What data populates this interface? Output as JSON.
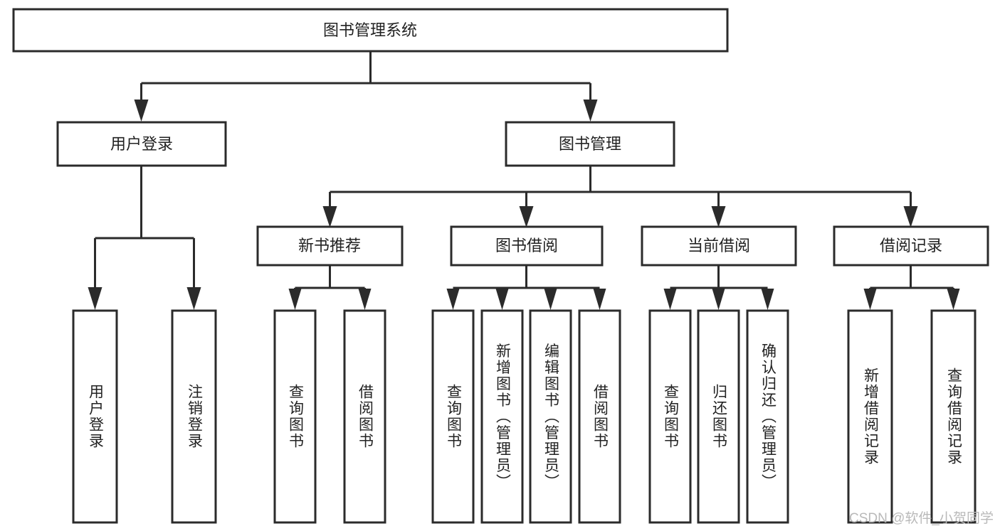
{
  "diagram": {
    "title": "图书管理系统",
    "type": "hierarchy-tree",
    "watermark": "CSDN @软件_小贺同学",
    "levels": {
      "level0": [
        {
          "id": "root",
          "label": "图书管理系统",
          "orientation": "horizontal"
        }
      ],
      "level1": [
        {
          "id": "user-login",
          "label": "用户登录",
          "orientation": "horizontal"
        },
        {
          "id": "book-manage",
          "label": "图书管理",
          "orientation": "horizontal"
        }
      ],
      "level2": [
        {
          "id": "new-book-rec",
          "label": "新书推荐",
          "orientation": "horizontal"
        },
        {
          "id": "book-borrow",
          "label": "图书借阅",
          "orientation": "horizontal"
        },
        {
          "id": "current-borrow",
          "label": "当前借阅",
          "orientation": "horizontal"
        },
        {
          "id": "borrow-record",
          "label": "借阅记录",
          "orientation": "horizontal"
        }
      ],
      "level3": [
        {
          "id": "leaf-user-login",
          "label": "用户登录",
          "orientation": "vertical",
          "parent": "user-login"
        },
        {
          "id": "leaf-logout",
          "label": "注销登录",
          "orientation": "vertical",
          "parent": "user-login"
        },
        {
          "id": "leaf-query-book-1",
          "label": "查询图书",
          "orientation": "vertical",
          "parent": "new-book-rec"
        },
        {
          "id": "leaf-borrow-book-1",
          "label": "借阅图书",
          "orientation": "vertical",
          "parent": "new-book-rec"
        },
        {
          "id": "leaf-query-book-2",
          "label": "查询图书",
          "orientation": "vertical",
          "parent": "book-borrow"
        },
        {
          "id": "leaf-add-book",
          "label": "新增图书（管理员）",
          "orientation": "vertical",
          "parent": "book-borrow"
        },
        {
          "id": "leaf-edit-book",
          "label": "编辑图书（管理员）",
          "orientation": "vertical",
          "parent": "book-borrow"
        },
        {
          "id": "leaf-borrow-book-2",
          "label": "借阅图书",
          "orientation": "vertical",
          "parent": "book-borrow"
        },
        {
          "id": "leaf-query-book-3",
          "label": "查询图书",
          "orientation": "vertical",
          "parent": "current-borrow"
        },
        {
          "id": "leaf-return-book",
          "label": "归还图书",
          "orientation": "vertical",
          "parent": "current-borrow"
        },
        {
          "id": "leaf-confirm-return",
          "label": "确认归还（管理员）",
          "orientation": "vertical",
          "parent": "current-borrow"
        },
        {
          "id": "leaf-add-record",
          "label": "新增借阅记录",
          "orientation": "vertical",
          "parent": "borrow-record"
        },
        {
          "id": "leaf-query-record",
          "label": "查询借阅记录",
          "orientation": "vertical",
          "parent": "borrow-record"
        }
      ]
    },
    "colors": {
      "box_stroke": "#2b2b2b",
      "box_fill": "#ffffff",
      "text": "#222222",
      "connector": "#2b2b2b",
      "watermark": "#b9b9b9",
      "background": "#ffffff"
    }
  }
}
